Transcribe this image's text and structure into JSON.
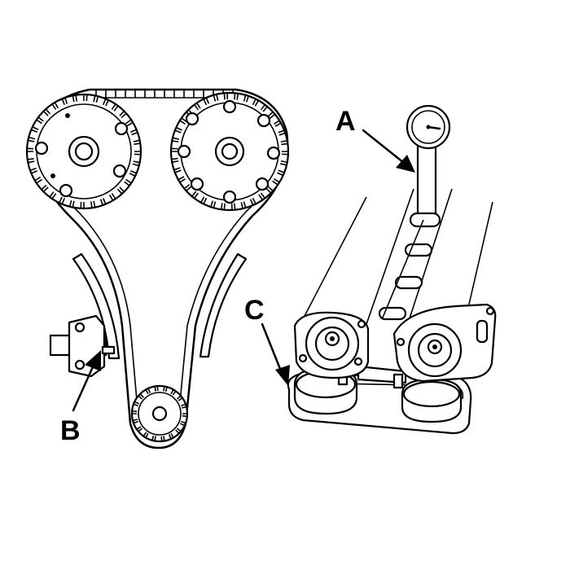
{
  "callouts": {
    "a": "A",
    "b": "B",
    "c": "C"
  },
  "icons": {
    "engine_timing_chain": "timing-chain-drive",
    "dial_gauge": "dial-indicator-gauge",
    "cam_holder": "camshaft-holding-fixture"
  },
  "colors": {
    "ink": "#000000",
    "paper": "#ffffff"
  }
}
